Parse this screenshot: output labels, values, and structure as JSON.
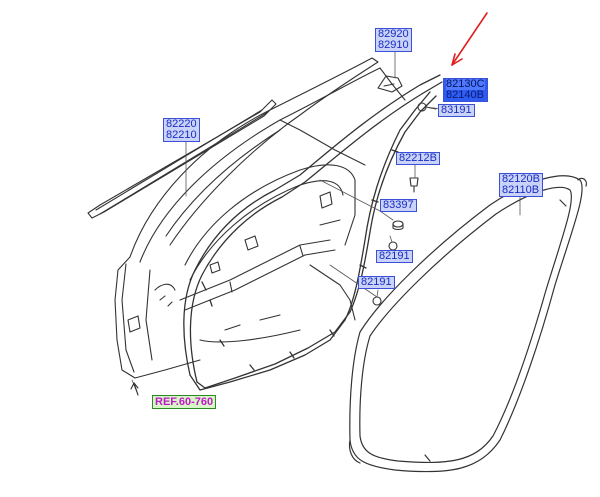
{
  "labels": {
    "door_trim_upper": [
      "82920",
      "82910"
    ],
    "door_seal_highlight": [
      "82130C",
      "82140B"
    ],
    "clip_upper": [
      "83191"
    ],
    "belt_molding": [
      "82220",
      "82210"
    ],
    "fastener": [
      "82212B"
    ],
    "plug": [
      "83397"
    ],
    "clip_mid": [
      "82191"
    ],
    "clip_lower": [
      "82191"
    ],
    "body_seal": [
      "82120B",
      "82110B"
    ]
  },
  "reference": "REF.60-760",
  "colors": {
    "label_fill": "#c9d3f7",
    "label_border": "#3b4fd8",
    "label_text": "#1a2cc4",
    "highlight_fill": "#2f5cf0",
    "ref_fill": "#d8f5c8",
    "ref_text": "#c018c8",
    "arrow": "#e02020",
    "line_art": "#333333"
  }
}
